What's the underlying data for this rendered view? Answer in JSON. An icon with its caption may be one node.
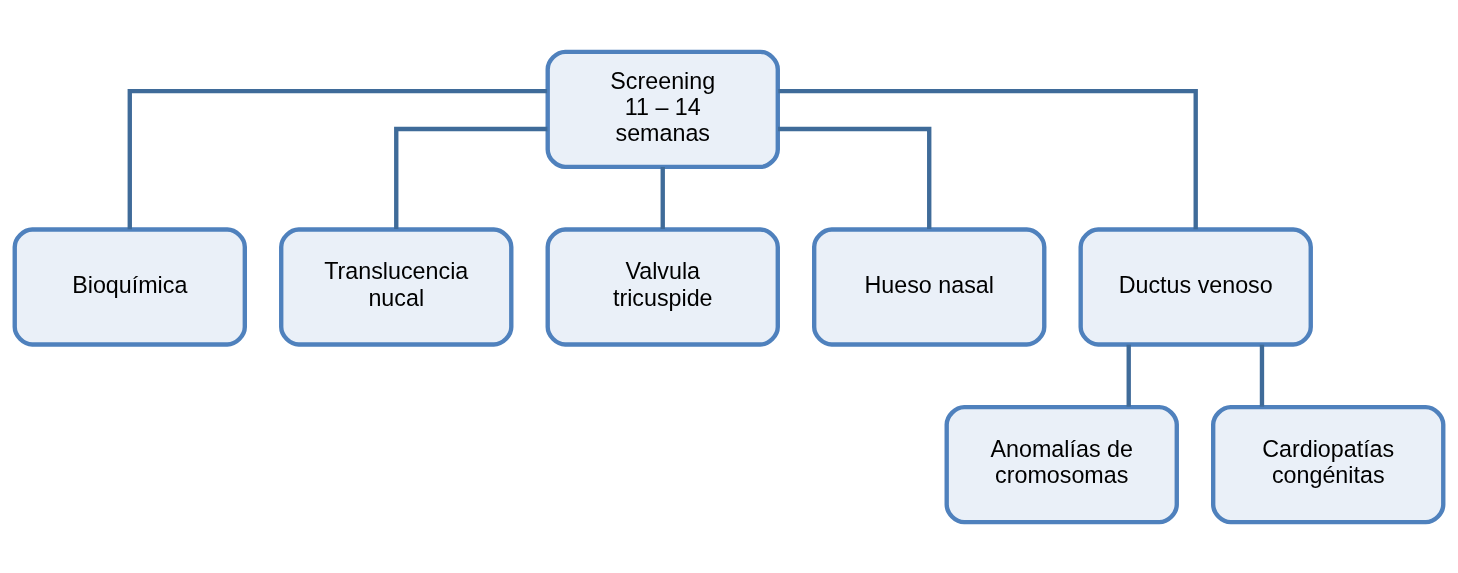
{
  "diagram": {
    "nodes": [
      {
        "text": [
          "Screening",
          "11 – 14 semanas"
        ]
      },
      {
        "text": [
          "Bioquímica"
        ]
      },
      {
        "text": [
          "Translucencia nucal"
        ]
      },
      {
        "text": [
          "Valvula tricuspide"
        ]
      },
      {
        "text": [
          "Hueso nasal"
        ]
      },
      {
        "text": [
          "Ductus venoso"
        ]
      },
      {
        "text": [
          "Anomalías de cromosomas"
        ]
      },
      {
        "text": [
          "Cardiopatías congénitas"
        ]
      }
    ],
    "edges": [
      {
        "from": 0,
        "to": 1,
        "arrow": "none"
      },
      {
        "from": 0,
        "to": 2,
        "arrow": "none"
      },
      {
        "from": 0,
        "to": 3,
        "arrow": "none"
      },
      {
        "from": 0,
        "to": 4,
        "arrow": "none"
      },
      {
        "from": 0,
        "to": 5,
        "arrow": "none"
      },
      {
        "from": 5,
        "to": 6,
        "arrow": "none"
      },
      {
        "from": 5,
        "to": 7,
        "arrow": "none"
      }
    ]
  }
}
